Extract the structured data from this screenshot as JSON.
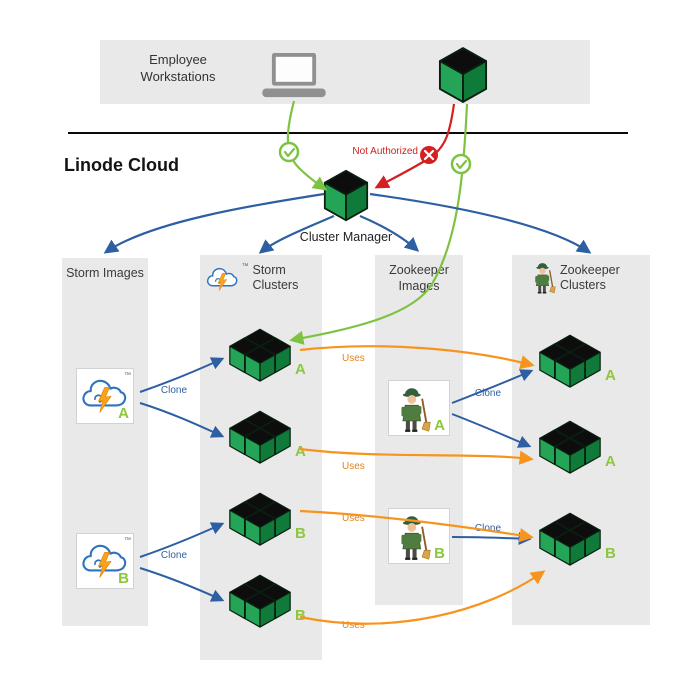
{
  "header": {
    "workstations": "Employee Workstations",
    "cloud_title": "Linode Cloud",
    "not_authorized": "Not Authorized",
    "cluster_manager": "Cluster Manager"
  },
  "labels": {
    "clone": "Clone",
    "uses": "Uses",
    "trademark": "™"
  },
  "columns": {
    "storm_images": {
      "title": "Storm Images",
      "items": [
        "A",
        "B"
      ]
    },
    "storm_clusters": {
      "title": "Storm Clusters",
      "items": [
        "A",
        "A",
        "B",
        "B"
      ]
    },
    "zookeeper_images": {
      "title": "Zookeeper Images",
      "items": [
        "A",
        "B"
      ]
    },
    "zookeeper_clusters": {
      "title": "Zookeeper Clusters",
      "items": [
        "A",
        "A",
        "B"
      ]
    }
  },
  "icons": {
    "workstation": "laptop-icon",
    "server": "cube-icon",
    "server_group": "cube-cluster-icon",
    "storm": "storm-cloud-icon",
    "zookeeper": "zookeeper-icon",
    "authorized": "check-circle-icon",
    "denied": "x-circle-icon"
  },
  "colors": {
    "arrow_blue": "#2e5fa3",
    "arrow_green": "#7ec242",
    "arrow_red": "#d42020",
    "arrow_orange": "#f7941d",
    "label_green": "#8dc63f",
    "panel_gray": "#e9e9e9"
  }
}
